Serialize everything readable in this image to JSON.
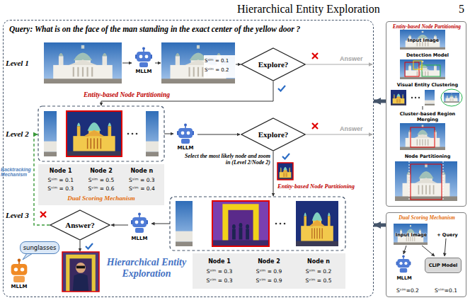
{
  "diagram": {
    "nodes": [
      {
        "text": [
          "Query: What is on the face of the man standing in the exact center of the yellow door ?",
          "Hierarchical Entity Exploration"
        ]
      },
      {
        "text": [
          "Explore?"
        ],
        "in": 0
      },
      {
        "text": [
          "Explore?"
        ],
        "in": 0
      },
      {
        "text": [
          "Node 1",
          "Node 2",
          "Node n",
          "Sˢⁱᵐ = 0.1",
          "Sˢⁱᵐ = 0.5",
          "Sˢⁱᵐ = 0.3",
          "Sᵛⁱᵐ = 0.3",
          "Sᵛⁱᵐ = 0.6",
          "Sᵛⁱᵐ = 0.4",
          "Dual Scoring Mechanism"
        ],
        "in": 0
      },
      {
        "text": [
          "Answer?"
        ],
        "in": 0
      },
      {
        "text": [
          "Node 1",
          "Node 2",
          "Node n",
          "Sˢⁱᵐ = 0.3",
          "Sˢⁱᵐ = 0.9",
          "Sˢⁱᵐ = 0.2",
          "Sᵛⁱᵐ = 0.3",
          "Sᵛⁱᵐ = 0.9",
          "Sᵛⁱᵐ = 0.5"
        ],
        "in": 0
      },
      {
        "text": [
          "sunglasses"
        ],
        "in": 0
      },
      {
        "text": [
          "Entity-based Node Partitioning",
          "Input Image",
          "Detection Model",
          "Visual Entity Clustering",
          "Cluster-based Region Merging",
          "Node Partitioning"
        ]
      },
      {
        "text": [
          "Dual Scoring Mechanism",
          "Input Image",
          "+ Query",
          "MLLM",
          "Sˢⁱᵐ=0.2",
          "Sᵛⁱᵐ=0.1"
        ]
      },
      {
        "text": [
          "CLIP Model"
        ],
        "in": 8
      }
    ],
    "edges": [
      {
        "from": 7,
        "to": 0,
        "arrow": "to"
      },
      {
        "from": 8,
        "to": 0,
        "arrow": "to"
      }
    ],
    "labels": [
      "Hierarchical Entity Exploration",
      "5",
      "Level 1",
      "MLLM",
      "Sˢⁱᵐ = 0.1",
      "Sᵛⁱᵐ = 0.2",
      "Answer",
      "Entity-based Node Partitioning",
      "Level 2",
      "MLLM",
      "Answer",
      "Backtracking Mechanism",
      "Select the most likely node and zoom in (Level 2/Node 2)",
      "Entity-based Node Partitioning",
      "Level 3",
      "MLLM",
      "MLLM"
    ]
  }
}
